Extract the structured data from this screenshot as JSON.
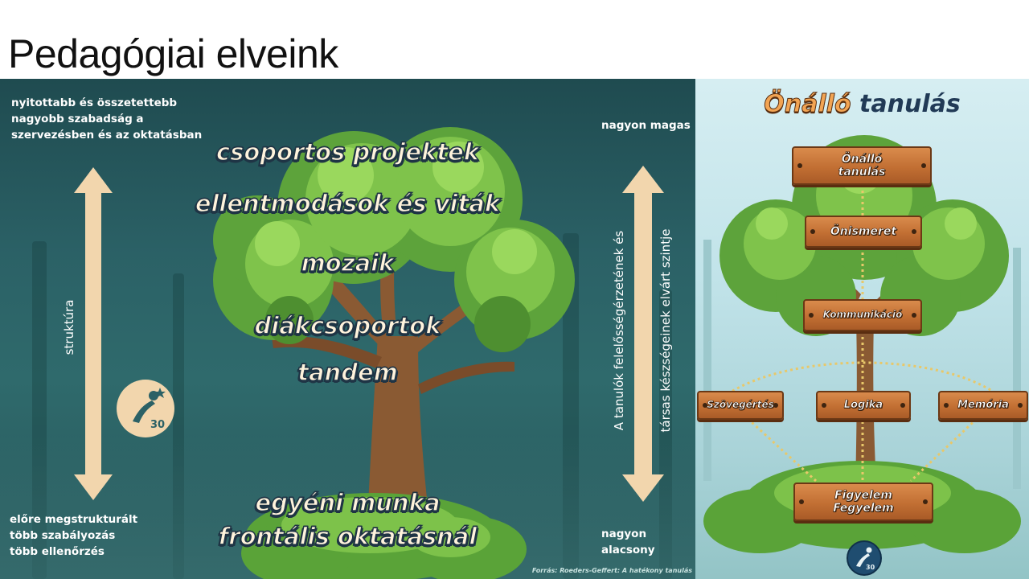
{
  "slide": {
    "title": "Pedagógiai elveink"
  },
  "left_panel": {
    "top_left_lines": [
      "nyitottabb és összetettebb",
      "nagyobb szabadság a",
      "szervezésben és az oktatásban"
    ],
    "bottom_left_lines": [
      "előre megstrukturált",
      "több szabályozás",
      "több ellenőrzés"
    ],
    "top_right": "nagyon magas",
    "bottom_right": "nagyon alacsony",
    "left_axis_label": "struktúra",
    "right_axis_label_1": "A tanulók felelősségérzetének és",
    "right_axis_label_2": "társas készségeinek elvárt szintje",
    "tree_items": [
      "csoportos projektek",
      "ellentmodások és viták",
      "mozaik",
      "diákcsoportok",
      "tandem",
      "egyéni munka",
      "frontális oktatásnál"
    ],
    "source": "Forrás: Roeders-Geffert: A hatékony tanulás",
    "colors": {
      "arrow": "#f2d6ad",
      "background": "#2b6166",
      "text_fill": "#fff3dc",
      "text_outline": "#1f3445"
    }
  },
  "right_panel": {
    "title_word_1": "Önálló",
    "title_word_2": "tanulás",
    "planks": {
      "top_line_1": "Önálló",
      "top_line_2": "tanulás",
      "self_knowledge": "Önismeret",
      "communication": "Kommunikáció",
      "reading": "Szövegértés",
      "logic": "Logika",
      "memory": "Memória",
      "bottom_line_1": "Figyelem",
      "bottom_line_2": "Fegyelem"
    },
    "colors": {
      "plank": "#c26f33",
      "rope": "#e8c86a",
      "title_accent": "#f2a453",
      "title_dark": "#213a56"
    }
  }
}
